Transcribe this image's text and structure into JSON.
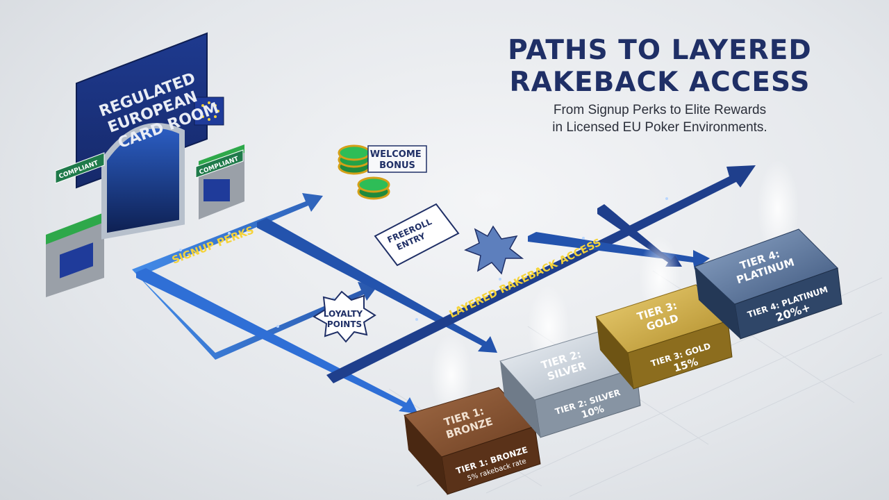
{
  "header": {
    "title_line1": "PATHS TO LAYERED",
    "title_line2": "RAKEBACK ACCESS",
    "subtitle_line1": "From Signup Perks to Elite Rewards",
    "subtitle_line2": "in Licensed EU Poker Environments."
  },
  "gate": {
    "sign_line1": "REGULATED",
    "sign_line2": "EUROPEAN",
    "sign_line3": "CARD ROOM",
    "badge_left": "COMPLIANT",
    "badge_right": "COMPLIANT"
  },
  "paths": {
    "signup": "SIGNUP PERKS",
    "layered": "LAYERED RAKEBACK ACCESS"
  },
  "perks": {
    "welcome_line1": "WELCOME",
    "welcome_line2": "BONUS",
    "freeroll_line1": "FREEROLL",
    "freeroll_line2": "ENTRY",
    "loyalty_line1": "LOYALTY",
    "loyalty_line2": "POINTS"
  },
  "tiers": [
    {
      "top_line1": "TIER 1:",
      "top_line2": "BRONZE",
      "front_line1": "TIER 1: BRONZE",
      "front_line2": "5% rakeback rate"
    },
    {
      "top_line1": "TIER 2:",
      "top_line2": "SILVER",
      "front_line1": "TIER 2: SILVER",
      "front_line2": "10%"
    },
    {
      "top_line1": "TIER 3:",
      "top_line2": "GOLD",
      "front_line1": "TIER 3: GOLD",
      "front_line2": "15%"
    },
    {
      "top_line1": "TIER 4:",
      "top_line2": "PLATINUM",
      "front_line1": "TIER 4: PLATINUM",
      "front_line2": "20%+"
    }
  ],
  "colors": {
    "title": "#1f2f66",
    "path_blue": "#2f6fd6",
    "bronze": "#7a4a2a",
    "silver": "#b9c3cf",
    "gold": "#c9a640",
    "platinum": "#3c557c"
  }
}
